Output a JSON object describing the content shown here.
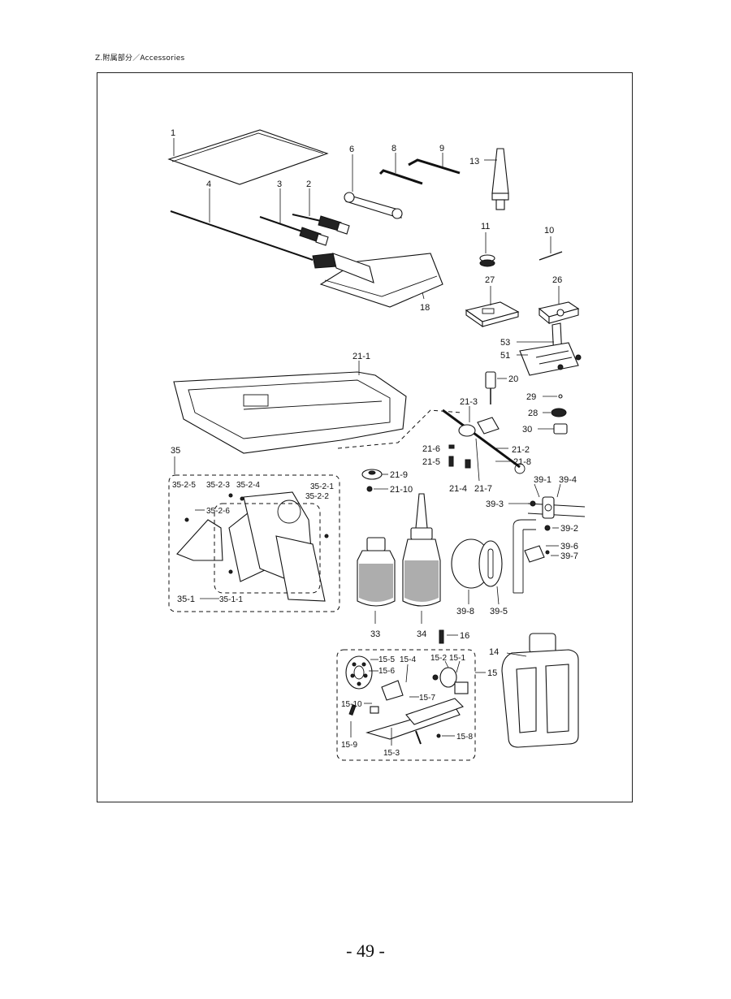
{
  "header": {
    "section": "Z.附属部分／Accessories"
  },
  "page": {
    "number": "- 49 -"
  },
  "callouts": {
    "p1": "1",
    "p2": "2",
    "p3": "3",
    "p4": "4",
    "p6": "6",
    "p8": "8",
    "p9": "9",
    "p13": "13",
    "p11": "11",
    "p10": "10",
    "p18": "18",
    "p27": "27",
    "p26": "26",
    "p53": "53",
    "p51": "51",
    "p21_1": "21-1",
    "p20": "20",
    "p29": "29",
    "p28": "28",
    "p30": "30",
    "p21_3": "21-3",
    "p21_2": "21-2",
    "p21_8": "21-8",
    "p21_6": "21-6",
    "p21_5": "21-5",
    "p21_4": "21-4",
    "p21_7": "21-7",
    "p21_9": "21-9",
    "p21_10": "21-10",
    "p35": "35",
    "p35_2_5": "35-2-5",
    "p35_2_3": "35-2-3",
    "p35_2_4": "35-2-4",
    "p35_2_1": "35-2-1",
    "p35_2_2": "35-2-2",
    "p35_2_6": "35-2-6",
    "p35_1": "35-1",
    "p35_1_1": "35-1-1",
    "p39_1": "39-1",
    "p39_4": "39-4",
    "p39_3": "39-3",
    "p39_2": "39-2",
    "p39_6": "39-6",
    "p39_7": "39-7",
    "p39_8": "39-8",
    "p39_5": "39-5",
    "p33": "33",
    "p34": "34",
    "p16": "16",
    "p14": "14",
    "p15": "15",
    "p15_5": "15-5",
    "p15_6": "15-6",
    "p15_4": "15-4",
    "p15_2": "15-2",
    "p15_1": "15-1",
    "p15_7": "15-7",
    "p15_10": "15-10",
    "p15_9": "15-9",
    "p15_8": "15-8",
    "p15_3": "15-3"
  }
}
